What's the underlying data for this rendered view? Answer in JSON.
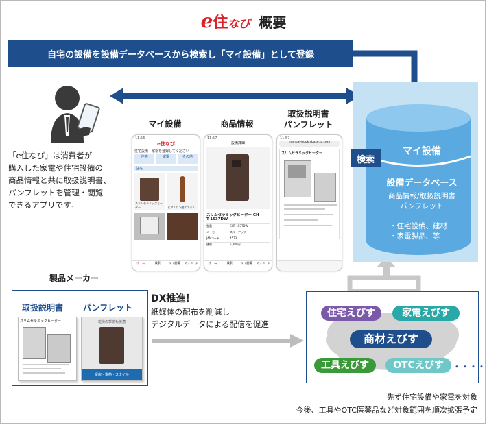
{
  "title": {
    "logo_e": "e",
    "logo_ju": "住",
    "logo_nabi": "なび",
    "text": "概要"
  },
  "banner": "自宅の設備を設備データベースから検索し「マイ設備」として登録",
  "description": [
    "「e住なび」は消費者が",
    "購入した家電や住宅設備の",
    "商品情報と共に取扱説明書、",
    "パンフレットを管理・閲覧",
    "できるアプリです。"
  ],
  "phones": {
    "my_equipment": {
      "label": "マイ設備",
      "statusbar": "11:56",
      "app_logo": "e住なび",
      "note": "住宅設備・家電を登録してください",
      "tabs": [
        "住宅",
        "家電",
        "その他"
      ],
      "category": "住宅",
      "items": [
        "スリムセラミックヒーター",
        "ヒアルロン酸エステル"
      ],
      "nav": [
        "ホーム",
        "検索",
        "マイ設備",
        "マイページ"
      ]
    },
    "product_info": {
      "label": "商品情報",
      "statusbar": "11:57",
      "header": "設備詳細",
      "product_name": "スリムセラミックヒーター CH",
      "product_model": "T-1537DW",
      "rows": [
        [
          "型番",
          "CHT-1537DW"
        ],
        [
          "メーカー",
          "スリーアップ"
        ],
        [
          "JANコード",
          "4573..."
        ],
        [
          "価格",
          "5,980円"
        ]
      ],
      "nav": [
        "ホーム",
        "検索",
        "マイ設備",
        "マイページ"
      ]
    },
    "manual": {
      "label_line1": "取扱説明書",
      "label_line2": "パンフレット",
      "statusbar": "11:57",
      "url": "manual-book.sbase.jp.com",
      "doc_title": "スリムセラミックヒーター"
    }
  },
  "database": {
    "search_tag": "検索",
    "my_equipment": "マイ設備",
    "db_title": "設備データベース",
    "db_sub1": "商品情報/取扱説明書",
    "db_sub2": "パンフレット",
    "bullet1": "・住宅設備、建材",
    "bullet2": "・家電製品、等"
  },
  "maker": {
    "label": "製品メーカー",
    "manual_label": "取扱説明書",
    "pamphlet_label": "パンフレット",
    "manual_doc_title": "スリムセラミックヒーター",
    "pamphlet_top": "乾燥の季節も快適",
    "pamphlet_bottom": "暖房・電熱・スタイル"
  },
  "dx": {
    "title": "DX推進！",
    "line1": "紙媒体の配布を削減し",
    "line2": "デジタルデータによる配信を促進"
  },
  "services": {
    "items": [
      "住宅えびす",
      "家電えびす",
      "商材えびす",
      "工具えびす",
      "OTCえびす"
    ],
    "ellipsis": "・・・・"
  },
  "footer": {
    "line1": "先ず住宅設備や家電を対象",
    "line2": "今後、工具やOTC医薬品など対象範囲を順次拡張予定"
  },
  "colors": {
    "navy": "#1f4e8c",
    "red": "#d8232a",
    "light_blue": "#c5e2f4",
    "db_blue": "#5aa9e0",
    "gray_arrow": "#bdbdbd",
    "green": "#3a9a3a",
    "teal": "#2aa8a8",
    "purple": "#7a5aa8",
    "light_teal": "#6fc7c7"
  }
}
